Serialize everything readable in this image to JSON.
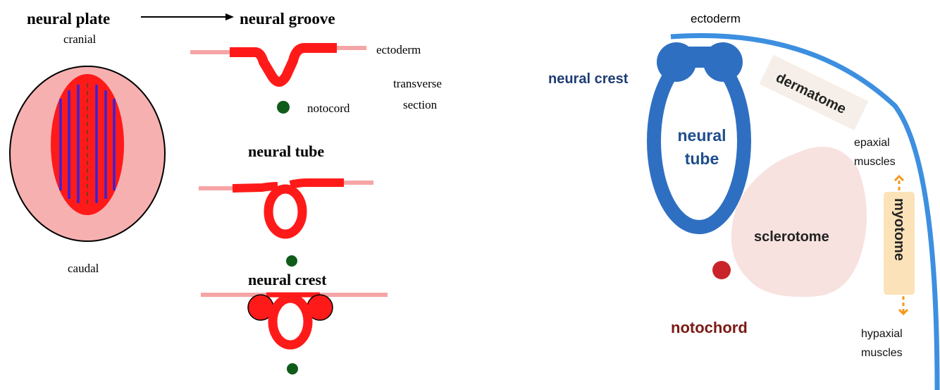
{
  "left_panel": {
    "neural_plate_label": "neural plate",
    "neural_groove_label": "neural groove",
    "cranial_label": "cranial",
    "caudal_label": "caudal",
    "ectoderm_label": "ectoderm",
    "transverse_label_line1": "transverse",
    "transverse_label_line2": "section",
    "notocord_label": "notocord",
    "neural_tube_label": "neural tube",
    "neural_crest_label": "neural crest"
  },
  "right_panel": {
    "ectoderm_label": "ectoderm",
    "neural_crest_label": "neural crest",
    "neural_tube_label_line1": "neural",
    "neural_tube_label_line2": "tube",
    "dermatome_label": "dermatome",
    "epaxial_label_line1": "epaxial",
    "epaxial_label_line2": "muscles",
    "myotome_label": "myotome",
    "sclerotome_label": "sclerotome",
    "notochord_label": "notochord",
    "hypaxial_label_line1": "hypaxial",
    "hypaxial_label_line2": "muscles"
  },
  "colors": {
    "tissue_red": "#ff1a1a",
    "ectoderm_pink": "#f5a5a5",
    "plate_pink": "#f7b0b0",
    "stripe_blue": "#3a22d8",
    "notocord_green": "#0f5c1a",
    "tube_blue": "#2f6fc2",
    "ectoderm_blue": "#3d8fe0",
    "neural_crest_text": "#1f3d73",
    "notochord_text": "#7a1a14",
    "notochord_fill": "#c8242a",
    "sclerotome_fill": "#f7e2e0",
    "dermatome_fill": "#f6efe9",
    "myotome_fill": "#fbe2b8",
    "myotome_arrow": "#f29a1c"
  }
}
